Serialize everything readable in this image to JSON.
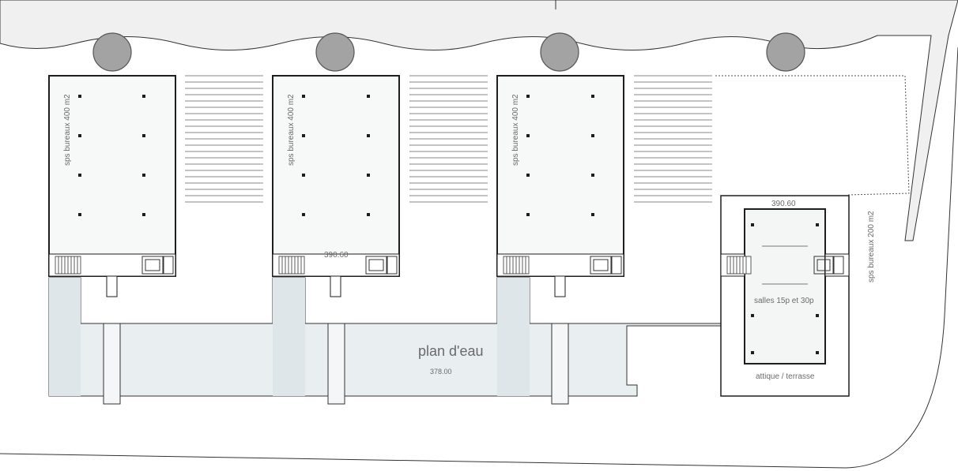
{
  "plan": {
    "buildings": [
      {
        "label": "sps bureaux 400 m2",
        "level": ""
      },
      {
        "label": "sps bureaux 400 m2",
        "level": "390.60"
      },
      {
        "label": "sps bureaux 400 m2",
        "level": ""
      }
    ],
    "annex": {
      "level": "390.60",
      "rooms_label": "salles 15p et 30p",
      "roof_label": "attique / terrasse",
      "side_label": "sps bureaux 200 m2"
    },
    "water": {
      "label": "plan d'eau",
      "level": "378.00"
    },
    "colors": {
      "water": "#e9eef1",
      "tree": "#a3a3a3",
      "road": "#f0f0f0",
      "wall": "#1e1e1e"
    }
  }
}
